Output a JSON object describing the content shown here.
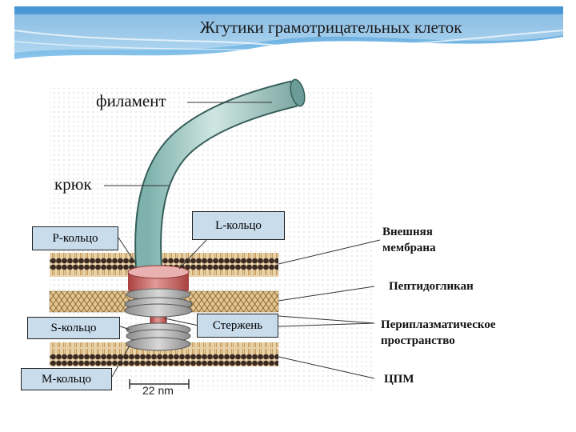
{
  "header": {
    "title": "Жгутики грамотрицательных клеток"
  },
  "labels": {
    "filament": "филамент",
    "hook": "крюк",
    "p_ring": "Р-кольцо",
    "l_ring": "L-кольцо",
    "s_ring": "S-кольцо",
    "rod": "Стержень",
    "m_ring": "М-кольцо",
    "outer_membrane_1": "Внешняя",
    "outer_membrane_2": "мембрана",
    "peptidoglycan": "Пептидогликан",
    "periplasm_1": "Периплазматическое",
    "periplasm_2": "пространство",
    "cpm": "ЦПМ",
    "scale": "22 nm"
  },
  "colors": {
    "header_blue": "#3a8fd0",
    "label_box": "#c9dcec",
    "filament": "#a9cfca",
    "ring_red": "#c9605f",
    "ring_gray": "#a6a6a6",
    "membrane_dark": "#3b2a22",
    "membrane_tan": "#d9b98a"
  }
}
